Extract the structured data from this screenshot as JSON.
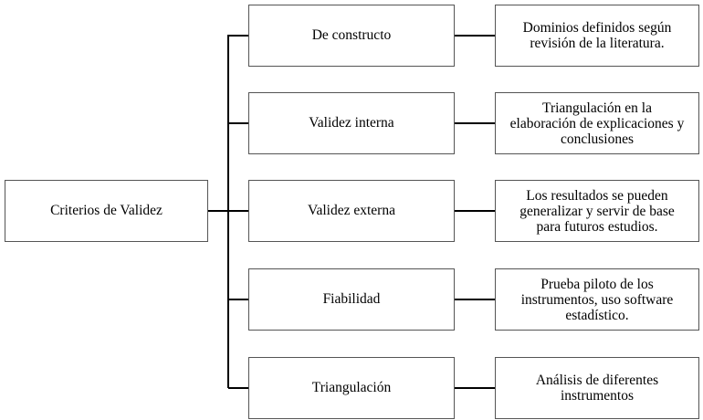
{
  "root": {
    "label": "Criterios de Validez"
  },
  "criteria": [
    {
      "label": "De constructo",
      "description": "Dominios definidos según\nrevisión de la literatura."
    },
    {
      "label": "Validez interna",
      "description": "Triangulación en la\nelaboración de explicaciones y\nconclusiones"
    },
    {
      "label": "Validez externa",
      "description": "Los resultados se pueden\ngeneralizar y servir de base\npara futuros estudios."
    },
    {
      "label": "Fiabilidad",
      "description": "Prueba piloto de los\ninstrumentos, uso software\nestadístico."
    },
    {
      "label": "Triangulación",
      "description": "Análisis de diferentes\ninstrumentos"
    }
  ]
}
